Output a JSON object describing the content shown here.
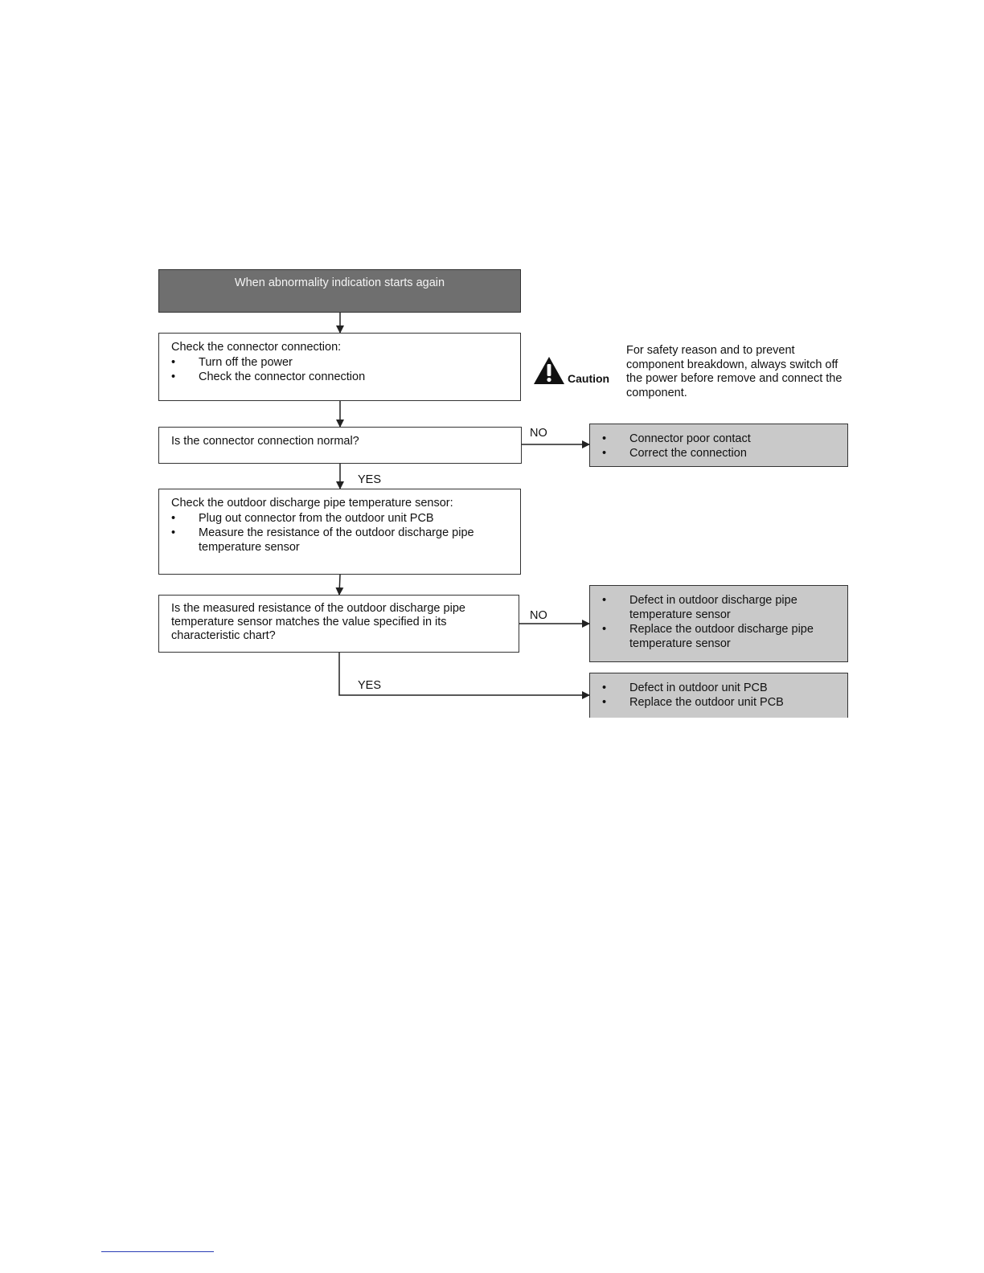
{
  "start": {
    "label": "When abnormality indication starts again"
  },
  "step1": {
    "heading": "Check the connector connection:",
    "items": [
      "Turn off the power",
      "Check the connector connection"
    ]
  },
  "caution": {
    "label": "Caution",
    "text": "For safety reason and to prevent component breakdown, always switch off the power before remove and connect the component.",
    "icon": "warning-triangle-icon"
  },
  "decision1": {
    "question": "Is the connector connection normal?",
    "no_label": "NO",
    "yes_label": "YES",
    "no_result": [
      "Connector poor contact",
      "Correct the connection"
    ]
  },
  "step2": {
    "heading": "Check the outdoor discharge pipe temperature sensor:",
    "items": [
      "Plug out connector from the outdoor unit PCB",
      "Measure the resistance of the outdoor discharge pipe temperature sensor"
    ]
  },
  "decision2": {
    "question": "Is the measured resistance of the outdoor discharge pipe temperature sensor matches the value specified in its characteristic chart?",
    "no_label": "NO",
    "yes_label": "YES",
    "no_result": [
      "Defect in outdoor discharge pipe temperature sensor",
      "Replace the outdoor discharge pipe temperature sensor"
    ],
    "yes_result": [
      "Defect in outdoor unit PCB",
      "Replace the outdoor unit PCB"
    ]
  },
  "bullet": "•",
  "colors": {
    "start_fill": "#6f6f6f",
    "result_fill": "#c9c9c9",
    "line": "#333333"
  }
}
